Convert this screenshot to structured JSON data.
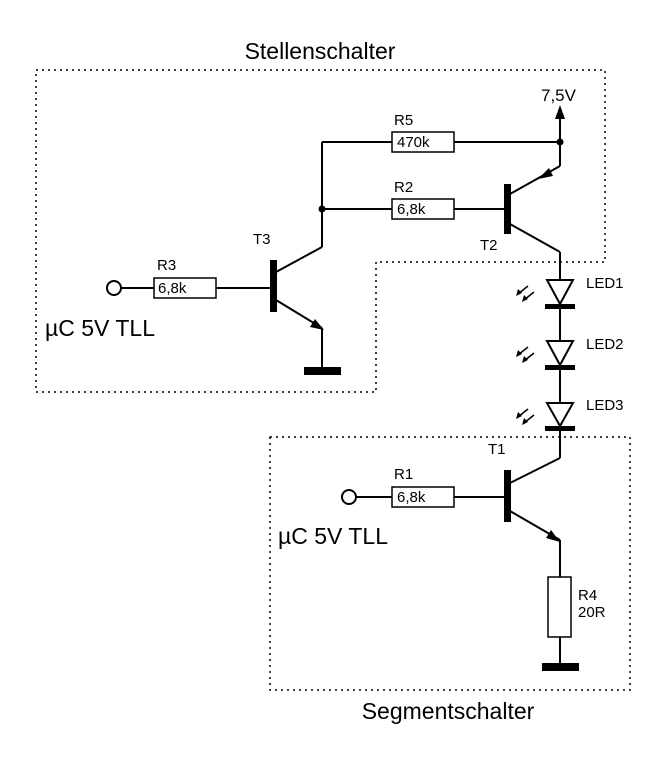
{
  "titles": {
    "stellenschalter": "Stellenschalter",
    "segmentschalter": "Segmentschalter"
  },
  "supply": "7,5V",
  "inputs": {
    "top": "µC 5V TLL",
    "bottom": "µC 5V TLL"
  },
  "resistors": {
    "r5": {
      "name": "R5",
      "value": "470k"
    },
    "r2": {
      "name": "R2",
      "value": "6,8k"
    },
    "r3": {
      "name": "R3",
      "value": "6,8k"
    },
    "r1": {
      "name": "R1",
      "value": "6,8k"
    },
    "r4": {
      "name": "R4",
      "value": "20R"
    }
  },
  "transistors": {
    "t1": "T1",
    "t2": "T2",
    "t3": "T3"
  },
  "leds": {
    "led1": "LED1",
    "led2": "LED2",
    "led3": "LED3"
  }
}
